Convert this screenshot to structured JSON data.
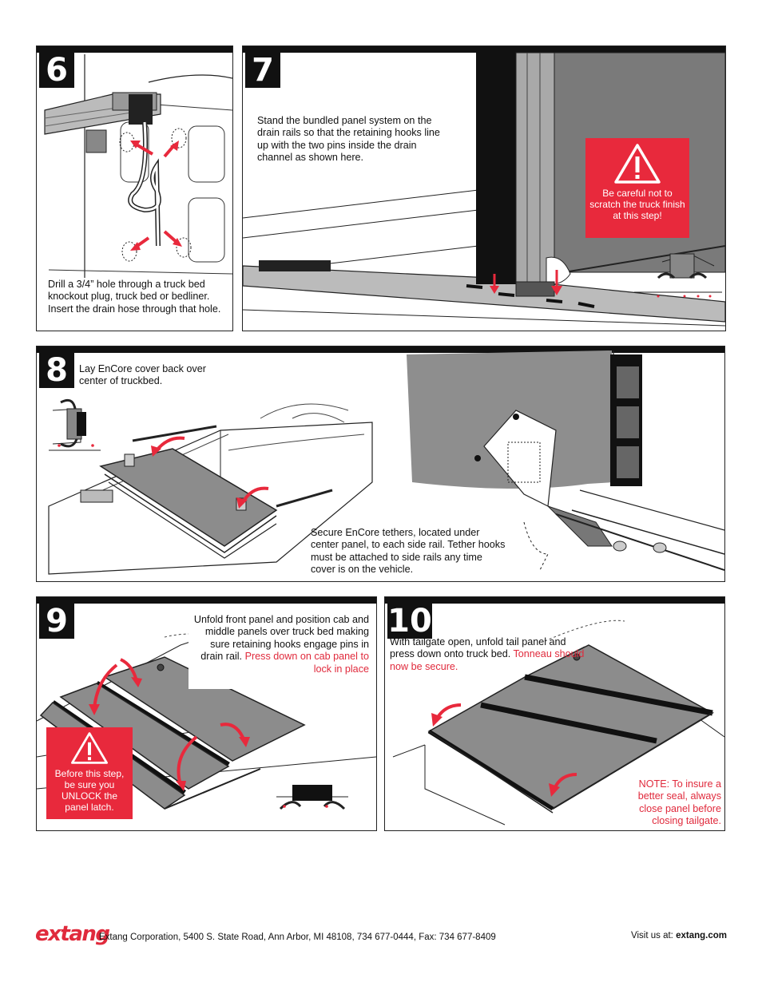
{
  "steps": {
    "s6": {
      "number": "6",
      "text": "Drill a 3/4” hole through a truck bed knockout plug, truck bed or bedliner. Insert the drain hose through that hole."
    },
    "s7": {
      "number": "7",
      "text": "Stand the bundled panel system on the drain rails so that the retaining hooks line up with the two pins inside the drain channel as shown here.",
      "warning": "Be careful not to scratch the truck finish at this step!"
    },
    "s8": {
      "number": "8",
      "text_top": "Lay EnCore cover back over center of truckbed.",
      "text_bottom": "Secure EnCore tethers, located under center panel, to each side rail. Tether hooks must be attached to side rails any time cover is on the vehicle."
    },
    "s9": {
      "number": "9",
      "text_black": "Unfold front panel and position cab and middle panels over truck bed making sure retaining hooks engage pins in drain rail.",
      "text_red": "Press down on cab panel to lock in place",
      "warning": "Before this step, be sure you UNLOCK the panel latch."
    },
    "s10": {
      "number": "10",
      "text_black": "With tailgate open, unfold tail panel and press down onto truck bed.",
      "text_red": "Tonneau should now be secure.",
      "note": "NOTE: To insure a better seal, always close panel before closing tailgate."
    }
  },
  "footer": {
    "logo": "extang",
    "address": "Extang Corporation, 5400 S. State Road, Ann Arbor, MI 48108, 734 677-0444, Fax: 734 677-8409",
    "visit_label": "Visit us at:",
    "visit_url": "extang.com"
  },
  "colors": {
    "accent_red": "#e8293c",
    "ink": "#111111"
  }
}
